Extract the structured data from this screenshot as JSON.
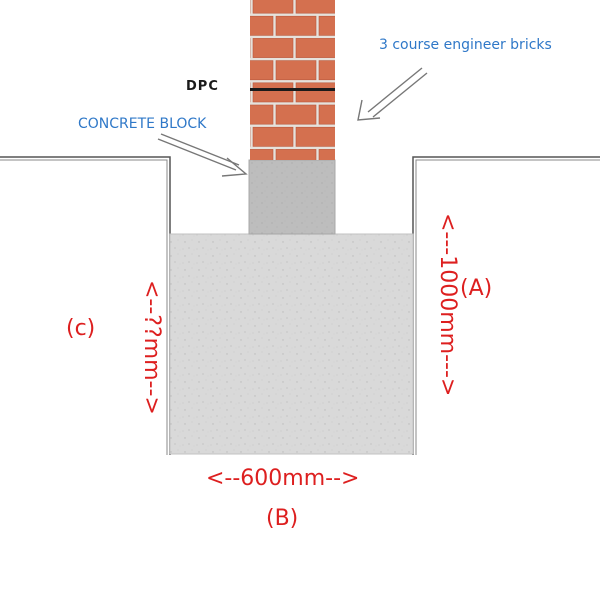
{
  "labels": {
    "engineer_bricks": "3 course engineer bricks",
    "dpc": "DPC",
    "concrete_block": "CONCRETE BLOCK",
    "width_dim": "<--600mm-->",
    "width_tag": "(B)",
    "depth_dim": "<---1000mm--->",
    "depth_tag": "(A)",
    "unknown_dim": "<--??mm-->",
    "unknown_tag": "(c)"
  },
  "colors": {
    "brick": "#d4704f",
    "mortar": "#e6e2dc",
    "dpc": "#1a1a1a",
    "block": "#b9b9b9",
    "concrete": "#d9d9d9",
    "ground_line": "#555555",
    "annotation_blue": "#2f78c8",
    "dimension_red": "#dd1f1f"
  }
}
